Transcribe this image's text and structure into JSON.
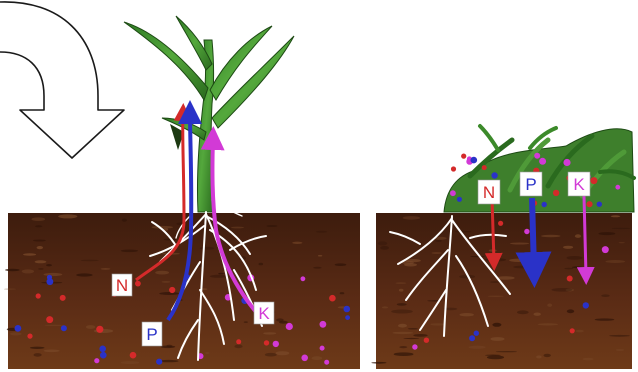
{
  "labels": {
    "left_n": "N",
    "left_p": "P",
    "left_k": "K",
    "right_n": "N",
    "right_p": "P",
    "right_k": "K"
  },
  "colors": {
    "nitrogen": "#d42a2a",
    "phosphorus": "#2a32c8",
    "potassium": "#d23ad6",
    "soil": "#4e2412",
    "leaf": "#3f8f2e",
    "root": "#ffffff"
  },
  "icons": {
    "cycle_arrow": "curved-arrow-icon"
  }
}
